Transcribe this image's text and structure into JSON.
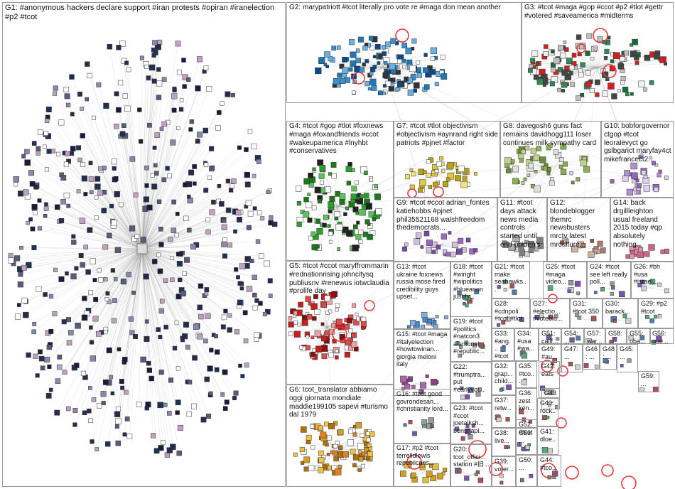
{
  "graph_title": "",
  "groups": [
    {
      "id": "G1",
      "label": "G1: #anonymous hackers declare support #iran protests #opiran #iranelection #p2 #tcot"
    },
    {
      "id": "G2",
      "label": "G2: marypatriott #tcot literally pro vote re #maga don mean another"
    },
    {
      "id": "G3",
      "label": "G3: #tcot #maga #gop #ccot #p2 #tlot #gettr #votered #saveamerica #midterms"
    },
    {
      "id": "G4",
      "label": "G4: #tcot #gop #tlot #foxnews #maga #foxandfriends #ccot #wakeupamerica #lnyhbt #conservatives"
    },
    {
      "id": "G5",
      "label": "G5: #tcot #ccot maryffrommarin #rednationrising johncitysq publiusnv #renewus iotwclaudia #prolife day"
    },
    {
      "id": "G6",
      "label": "G6: tcot_translator abbiamo oggi giornata mondiale maddie199105 sapevi #turismo dal 1979"
    },
    {
      "id": "G7",
      "label": "G7: #tcot #tlot objectivism #objectivism #aynrand right side patriots #pjnet #factor"
    },
    {
      "id": "G8",
      "label": "G8: davegosh6 guns fact remains davidhogg111 loser continues milk sympathy card"
    },
    {
      "id": "G9",
      "label": "G9: #tcot #ccot adrian_fontes katiehobbs #pjnet phil35521168 walshfreedom thedemocrats..."
    },
    {
      "id": "G10",
      "label": "G10: bobforgovernor ctgop #tcot leoralevyct go gslbgarict maryfay4ct mikefrancect2..."
    },
    {
      "id": "G11",
      "label": "G11: #tcot days attack news media controls started until end obiden's"
    },
    {
      "id": "G12",
      "label": "G12: blondeblogger themrc newsbusters mrctv latest mrculture..."
    },
    {
      "id": "G13",
      "label": "G13: #tcot ukraine foxnews russia mose fired credibility guys upset..."
    },
    {
      "id": "G14",
      "label": "G14: back drgillleighton usual freeland 2015 today #qp absolutely nothing..."
    },
    {
      "id": "G15",
      "label": "G15: #tcot #maga #italyelection #howtowinan... giorgia meloni italy"
    },
    {
      "id": "G16",
      "label": "G16: #tcot good govrondesan... #christianity lord..."
    },
    {
      "id": "G17",
      "label": "G17: #p2 #tcot terrelldlewis republicans..."
    },
    {
      "id": "G18",
      "label": "G18: #tcot #wiright #wipolitics #blueanon justify..."
    },
    {
      "id": "G19",
      "label": "G19: #tcot #politics #natcon3 alantonel... #republic..."
    },
    {
      "id": "G20",
      "label": "G20: tcot_offici... station #旧..."
    },
    {
      "id": "G21",
      "label": "G21: #tcot make seahawks..."
    },
    {
      "id": "G22",
      "label": "G22: #trumptra... put #earlyvot..."
    },
    {
      "id": "G23",
      "label": "G23: #tcot #ccot joetalksh... benshapi..."
    },
    {
      "id": "G24",
      "label": "G24: #tcot see left really poll..."
    },
    {
      "id": "G25",
      "label": "G25: #tcot #maga video..."
    },
    {
      "id": "G26",
      "label": "G26: #bh #usa #israel..."
    },
    {
      "id": "G27",
      "label": "G27: #electio... #voteblu..."
    },
    {
      "id": "G28",
      "label": "G28: #cdnpoli #tcot #tlot"
    },
    {
      "id": "G29",
      "label": "G29: #p2 #tcot"
    },
    {
      "id": "G30",
      "label": "G30: barack..."
    },
    {
      "id": "G31",
      "label": "G31: #tcot 350"
    },
    {
      "id": "G32",
      "label": "G32: grap... child..."
    },
    {
      "id": "G33",
      "label": "G33: #ang... #tcot"
    },
    {
      "id": "G34",
      "label": "G34: #usa #wa..."
    },
    {
      "id": "G35",
      "label": "G35: #tco..."
    },
    {
      "id": "G36",
      "label": "G36: zest ken..."
    },
    {
      "id": "G37",
      "label": "G37: retw..."
    },
    {
      "id": "G38",
      "label": "G38: live..."
    },
    {
      "id": "G39",
      "label": "G39: voter..."
    },
    {
      "id": "G40",
      "label": "G40: rock..."
    },
    {
      "id": "G41",
      "label": "G41: dloe..."
    },
    {
      "id": "G42",
      "label": "G42: eats"
    },
    {
      "id": "G43",
      "label": "G43: ..."
    },
    {
      "id": "G44",
      "label": "G44: #tco..."
    },
    {
      "id": "G45",
      "label": "G45: ..."
    },
    {
      "id": "G46",
      "label": "G46: ..."
    },
    {
      "id": "G47",
      "label": "G47: ..."
    },
    {
      "id": "G48",
      "label": "G48: ..."
    },
    {
      "id": "G49",
      "label": "G49: #au..."
    },
    {
      "id": "G50",
      "label": "G50: ..."
    },
    {
      "id": "G51",
      "label": "G51: calif..."
    },
    {
      "id": "G52",
      "label": "G52: #tcot"
    },
    {
      "id": "G53",
      "label": "G53: ..."
    },
    {
      "id": "G54",
      "label": "G54: ..."
    },
    {
      "id": "G55",
      "label": "G55: oba..."
    },
    {
      "id": "G56",
      "label": "G56: gue..."
    },
    {
      "id": "G57",
      "label": "G57: war..."
    },
    {
      "id": "G58",
      "label": "G58: ..."
    },
    {
      "id": "G59",
      "label": "G59: ..."
    }
  ],
  "palette": {
    "G1": "#1b1b3a",
    "G2": "#1f77b4",
    "G3": "#2e8b57",
    "G4": "#2ca02c",
    "G5": "#c81e1e",
    "G6": "#d4a020",
    "G7": "#b8a31a",
    "G8": "#6a8f3a",
    "G9": "#7a4aa0",
    "G10": "#9467bd",
    "G11": "#7f7f7f",
    "G12": "#8c564b",
    "edge": "#9a9a9a",
    "panel_border": "#9a9a9a",
    "highlight": "#e8363c"
  }
}
